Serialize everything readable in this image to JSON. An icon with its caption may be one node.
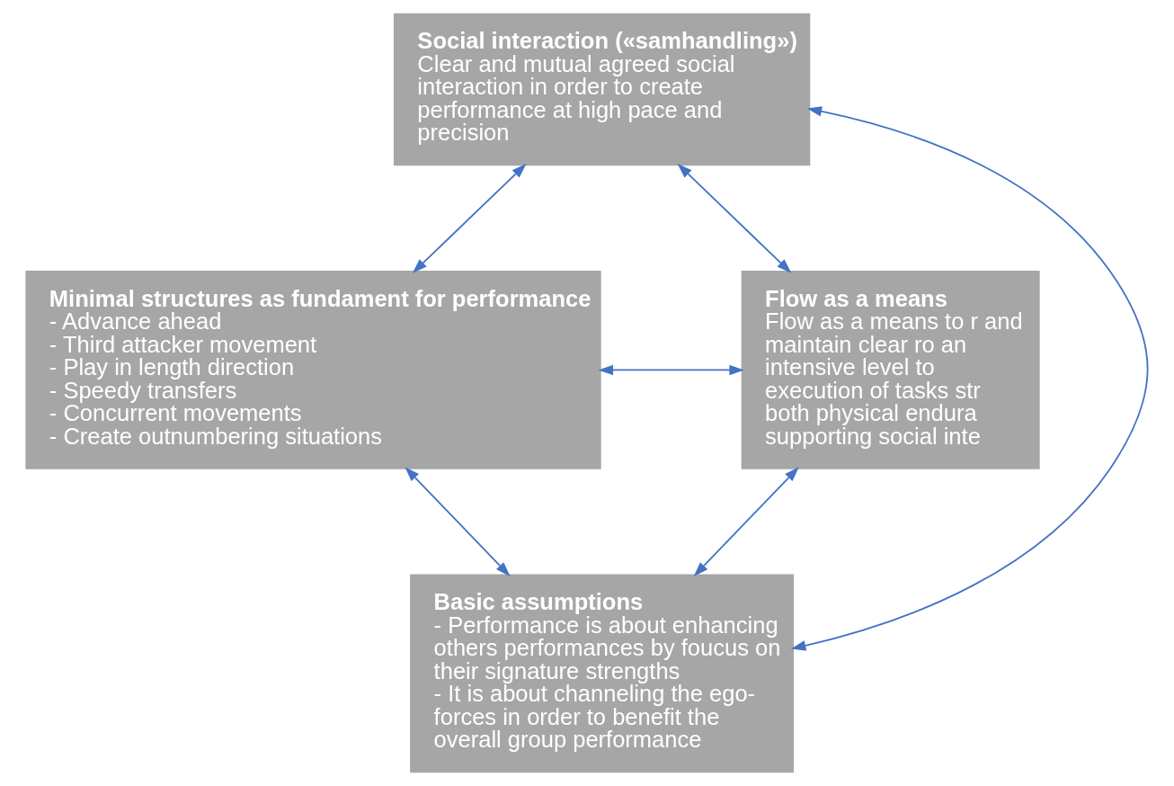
{
  "diagram": {
    "nodes": [
      {
        "text": [
          "Social interaction («samhandling»)",
          "Clear and mutual agreed social interaction in order to create performance at high pace and precision"
        ]
      },
      {
        "text": [
          "Minimal structures as fundament for performance",
          "- Advance ahead",
          "- Third attacker movement",
          "- Play in length direction",
          "- Speedy transfers",
          "- Concurrent movements",
          "- Create outnumbering situations"
        ]
      },
      {
        "text": [
          "Flow as a means",
          "Flow as a means to r and maintain clear ro an intensive level to execution of tasks str both physical endura supporting social inte"
        ]
      },
      {
        "text": [
          "Basic assumptions",
          "- Performance is about enhancing others performances by foucus on their signature strengths",
          "- It is about channeling the ego-forces in order to benefit the overall group performance"
        ]
      }
    ],
    "edges": [
      {
        "from": 0,
        "to": 1,
        "arrow": "both"
      },
      {
        "from": 0,
        "to": 2,
        "arrow": "both"
      },
      {
        "from": 0,
        "to": 3,
        "arrow": "both"
      },
      {
        "from": 1,
        "to": 2,
        "arrow": "both"
      },
      {
        "from": 1,
        "to": 3,
        "arrow": "both"
      },
      {
        "from": 2,
        "to": 3,
        "arrow": "both"
      }
    ]
  }
}
